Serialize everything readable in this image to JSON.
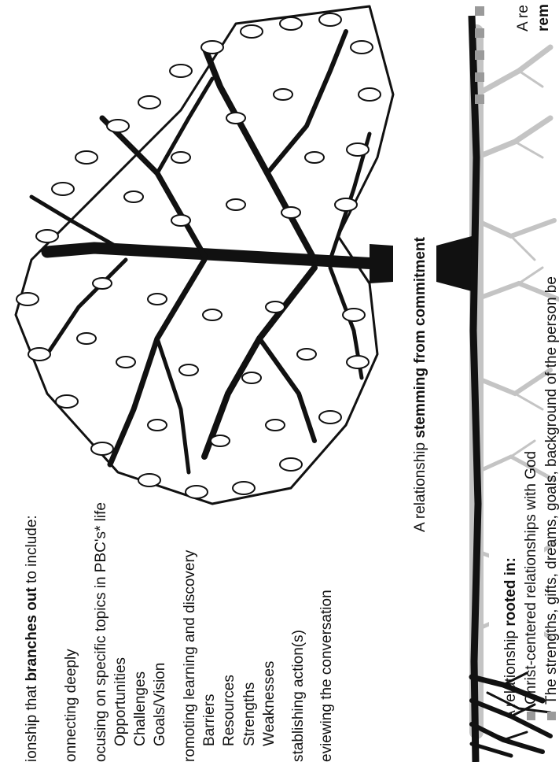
{
  "branches": {
    "intro_pre": "ionship that",
    "intro_bold": "branches out",
    "intro_post": "to include:",
    "items": [
      {
        "label": "onnecting  deeply",
        "sub": []
      },
      {
        "label": "ocusing on specific topics in PBC's* life",
        "sub": [
          "Opportunities",
          "Challenges",
          "Goals/Vision"
        ]
      },
      {
        "label": "romoting learning and discovery",
        "sub": [
          "Barriers",
          "Resources",
          "Strengths",
          "Weaknesses"
        ]
      },
      {
        "label": "stablishing action(s)",
        "sub": []
      },
      {
        "label": "eviewing the conversation",
        "sub": []
      }
    ]
  },
  "trunk": {
    "pre": "A relationship",
    "bold": "stemming from commitment"
  },
  "roots": {
    "pre": "A relationship",
    "bold": "rooted in:",
    "items": [
      "Christ-centered relationships with God",
      "The strengths, gifts, dreams, goals, background of the person be"
    ]
  },
  "crown": {
    "line1": "A re",
    "line2_bold": "rem"
  },
  "colors": {
    "ink": "#111111",
    "ghost": "#c4c4c4",
    "bullet": "#9a9a9a"
  }
}
